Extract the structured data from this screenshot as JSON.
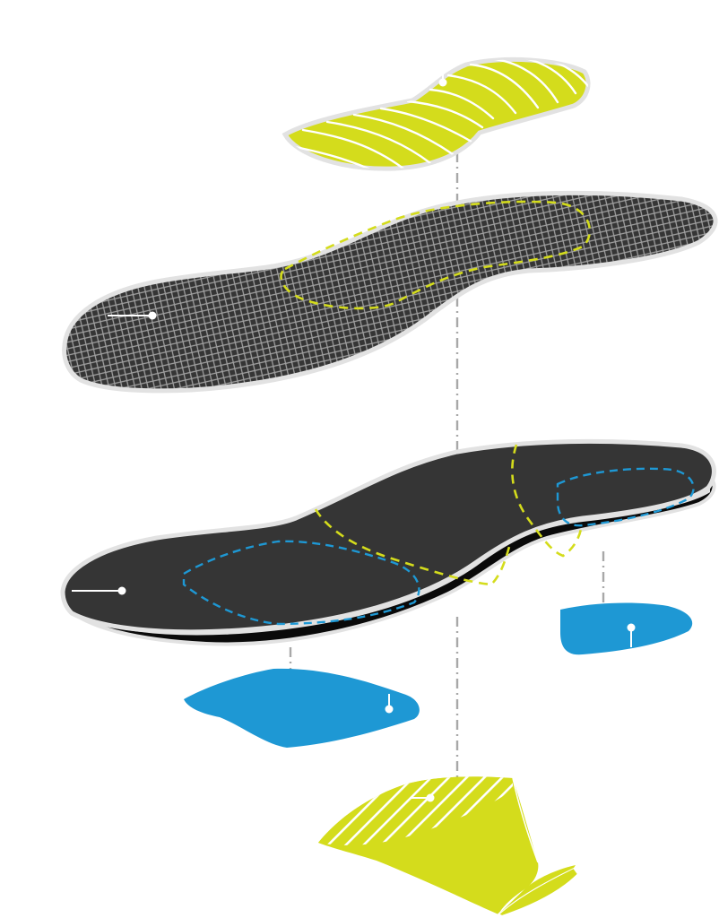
{
  "diagram": {
    "colors": {
      "background": "#ffffff",
      "lime": "#d4dc1c",
      "blue": "#1e98d4",
      "charcoal": "#353535",
      "black": "#0a0a0a",
      "mesh_line": "#9a9a9a",
      "outline": "#e2e2e2",
      "guide": "#a8a8a8"
    },
    "parts": [
      {
        "name": "forefoot-cushion-pad",
        "kind": "striped",
        "color": "lime"
      },
      {
        "name": "mesh-top-cover",
        "kind": "crosshatch",
        "color": "charcoal"
      },
      {
        "name": "foam-base-layer",
        "kind": "solid",
        "color": "charcoal"
      },
      {
        "name": "heel-cushion-pad",
        "kind": "solid",
        "color": "blue"
      },
      {
        "name": "forefoot-blue-pad",
        "kind": "solid",
        "color": "blue"
      },
      {
        "name": "heel-stabilizer-cup",
        "kind": "striped",
        "color": "lime"
      }
    ]
  }
}
